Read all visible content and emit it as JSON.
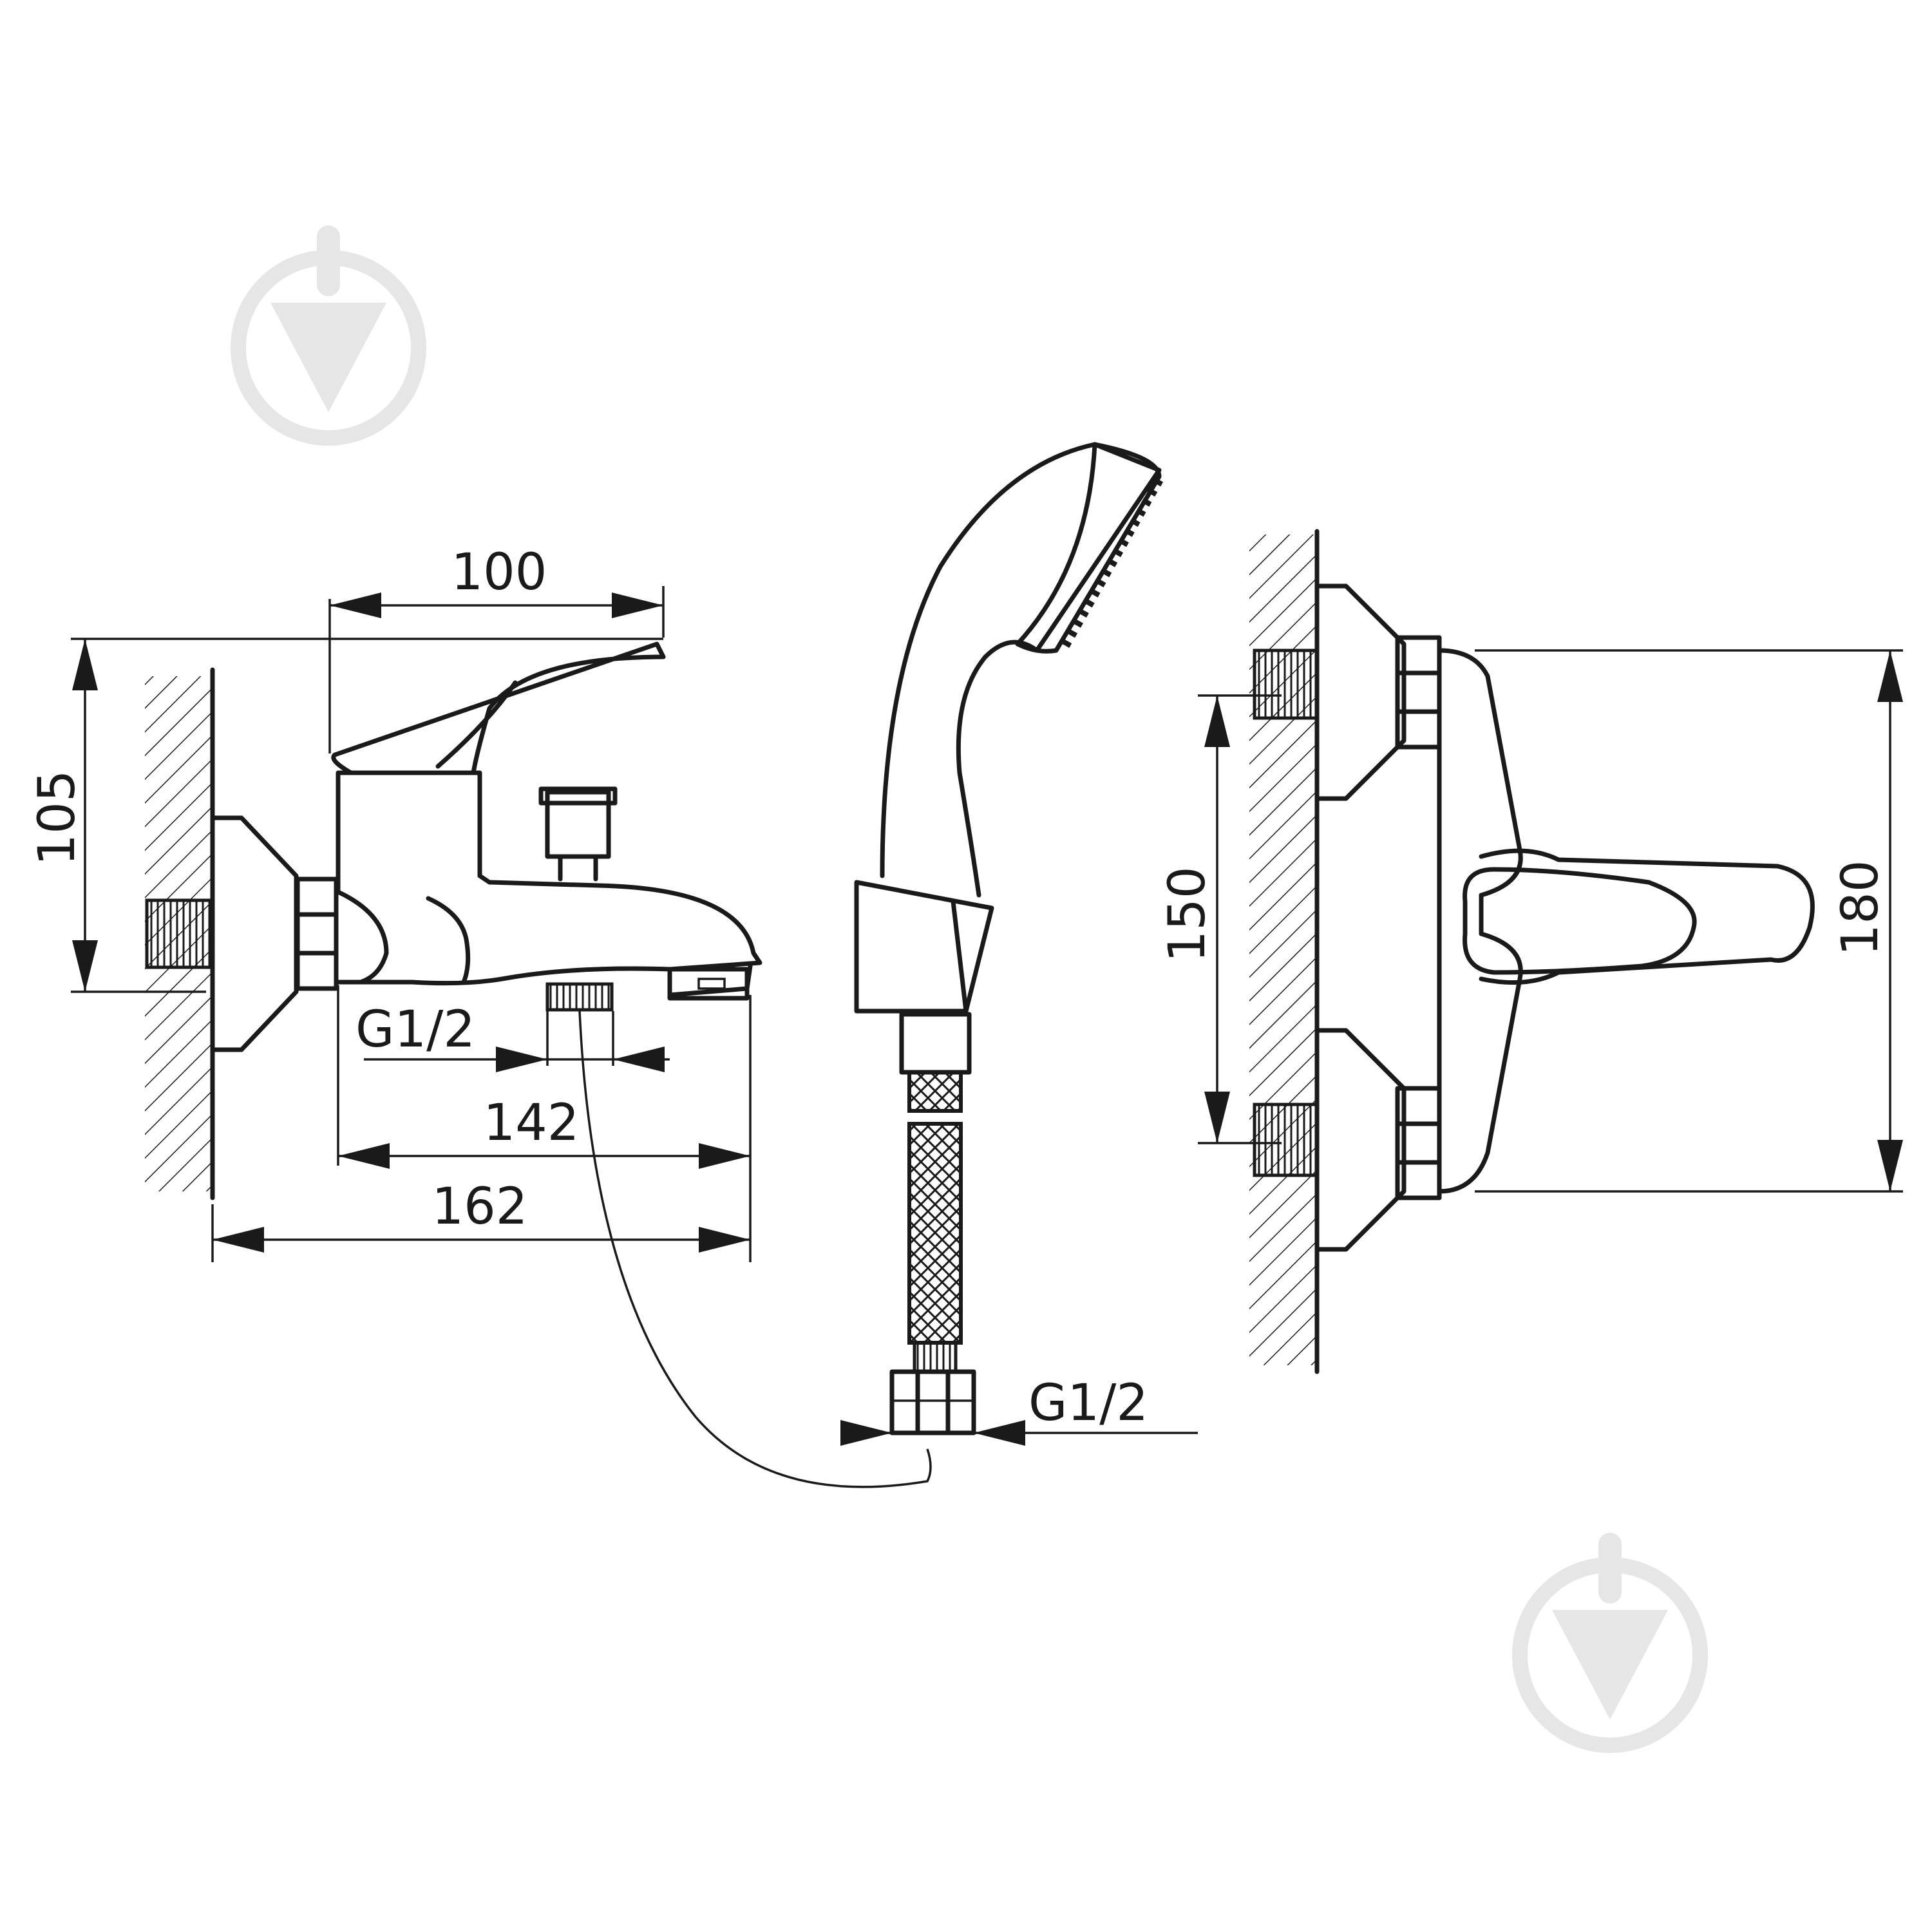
{
  "dimensions": {
    "lever_length": "100",
    "faucet_height": "105",
    "hose_thread_faucet": "G1/2",
    "spout_reach": "142",
    "overall_depth": "162",
    "hose_thread_end": "G1/2",
    "connection_spacing": "150",
    "overall_height": "180"
  },
  "colors": {
    "line": "#1a1a1a",
    "background": "#ffffff",
    "watermark": "#e6e6e6"
  },
  "icons": [
    "watermark-logo-icon",
    "hatch-wall-icon"
  ]
}
